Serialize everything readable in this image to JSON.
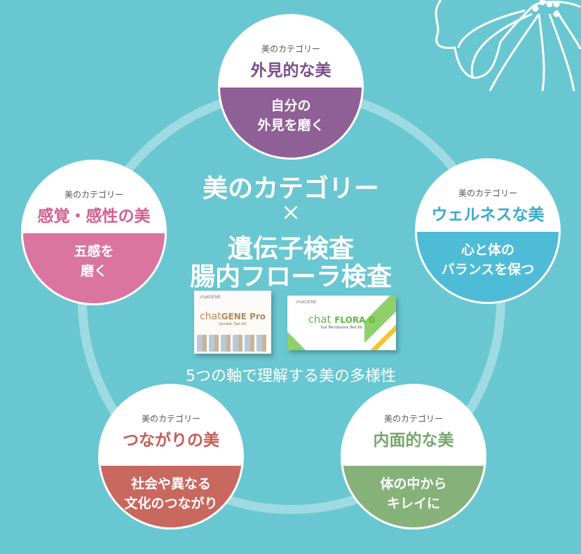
{
  "center": {
    "line1": "美のカテゴリー",
    "times": "×",
    "line2": "遺伝子検査",
    "line3": "腸内フローラ検査",
    "subtitle": "5つの軸で理解する美の多様性"
  },
  "products": [
    {
      "brand": "chatGENE",
      "name_a": "chat",
      "name_b": "GENE Pro",
      "desc": "Genetic Test Kit"
    },
    {
      "brand": "chatGENE",
      "name_a": "chat",
      "name_b": "FLORA G",
      "desc": "Gut Microbiome Test Kit"
    }
  ],
  "categories": [
    {
      "label": "美のカテゴリー",
      "title": "外見的な美",
      "desc1": "自分の",
      "desc2": "外見を磨く",
      "color": "#8f6096",
      "title_color": "#7e4d8b"
    },
    {
      "label": "美のカテゴリー",
      "title": "感覚・感性の美",
      "desc1": "五感を",
      "desc2": "磨く",
      "color": "#d9759f",
      "title_color": "#d0608f"
    },
    {
      "label": "美のカテゴリー",
      "title": "ウェルネスな美",
      "desc1": "心と体の",
      "desc2": "バランスを保つ",
      "color": "#4ebcd6",
      "title_color": "#39abc9"
    },
    {
      "label": "美のカテゴリー",
      "title": "つながりの美",
      "desc1": "社会や異なる",
      "desc2": "文化のつながり",
      "color": "#c9685f",
      "title_color": "#c35d57"
    },
    {
      "label": "美のカテゴリー",
      "title": "内面的な美",
      "desc1": "体の中から",
      "desc2": "キレイに",
      "color": "#86b27a",
      "title_color": "#76a66b"
    }
  ]
}
